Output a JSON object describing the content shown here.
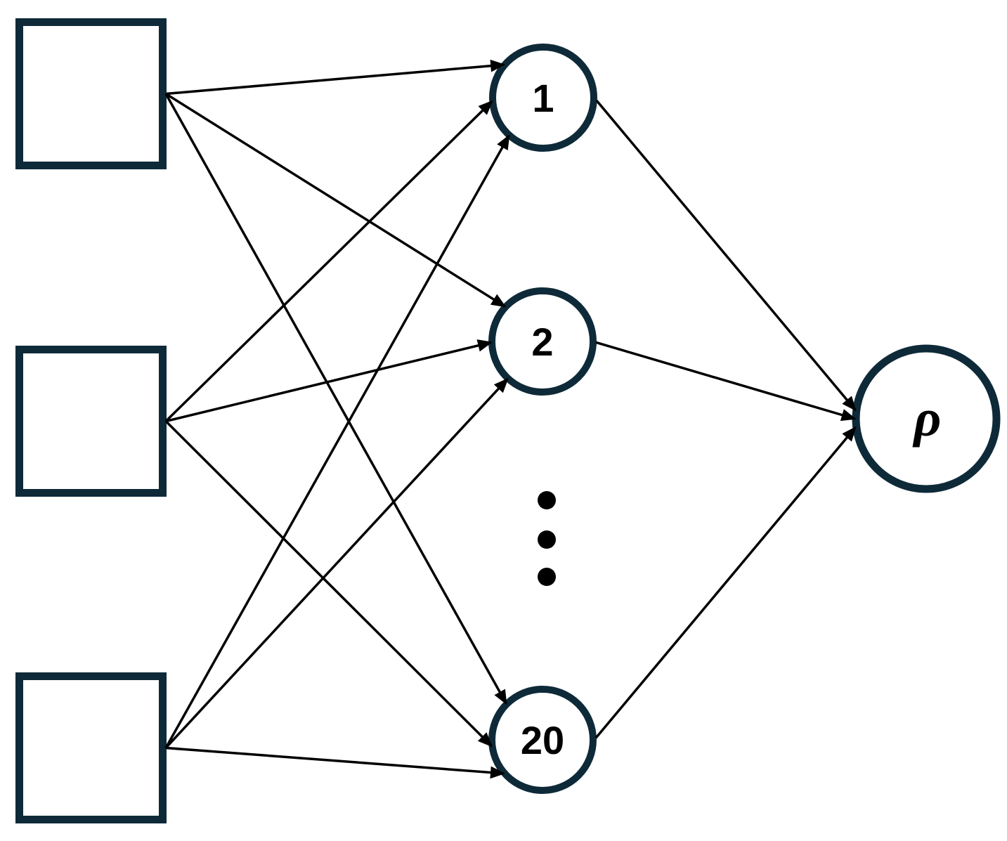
{
  "diagram": {
    "type": "feedforward-network",
    "colors": {
      "background": "#ffffff",
      "node_border": "#0e2a39",
      "edge": "#000000",
      "label": "#000000"
    },
    "input_nodes": [
      {
        "id": "input-1",
        "label": ""
      },
      {
        "id": "input-2",
        "label": ""
      },
      {
        "id": "input-3",
        "label": ""
      }
    ],
    "hidden_nodes": [
      {
        "id": "hidden-1",
        "label": "1"
      },
      {
        "id": "hidden-2",
        "label": "2"
      },
      {
        "id": "hidden-20",
        "label": "20"
      }
    ],
    "output_node": {
      "id": "output-rho",
      "label": "ρ"
    },
    "ellipsis_dot_count": 3,
    "edges": [
      {
        "from": "input-1",
        "to": "hidden-1",
        "toAngle": 140
      },
      {
        "from": "input-2",
        "to": "hidden-1",
        "toAngle": 184
      },
      {
        "from": "input-3",
        "to": "hidden-1",
        "toAngle": 228
      },
      {
        "from": "input-1",
        "to": "hidden-2",
        "toAngle": 137
      },
      {
        "from": "input-2",
        "to": "hidden-2",
        "toAngle": 181
      },
      {
        "from": "input-3",
        "to": "hidden-2",
        "toAngle": 227
      },
      {
        "from": "input-1",
        "to": "hidden-20",
        "toAngle": 135
      },
      {
        "from": "input-2",
        "to": "hidden-20",
        "toAngle": 187
      },
      {
        "from": "input-3",
        "to": "hidden-20",
        "toAngle": 221
      },
      {
        "from": "hidden-1",
        "to": "output-rho",
        "fromAngle": -3,
        "toAngle": 173
      },
      {
        "from": "hidden-2",
        "to": "output-rho",
        "fromAngle": -1,
        "toAngle": 180
      },
      {
        "from": "hidden-20",
        "to": "output-rho",
        "fromAngle": 2,
        "toAngle": 187
      }
    ]
  }
}
